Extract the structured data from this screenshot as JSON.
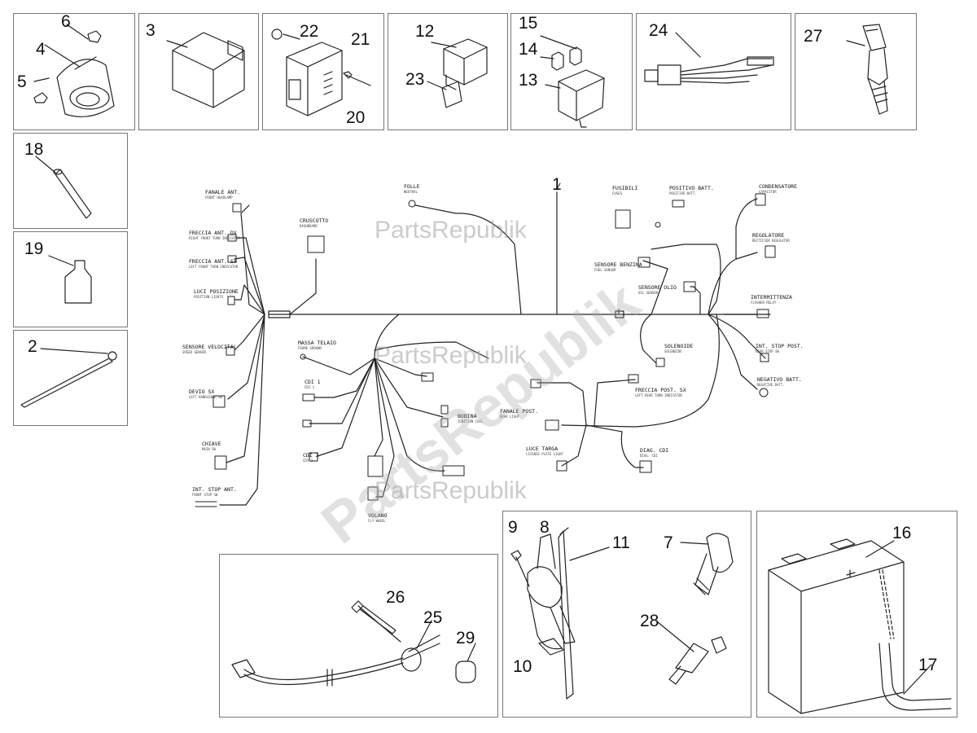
{
  "diagram": {
    "part_numbers": {
      "p1": "1",
      "p2": "2",
      "p3": "3",
      "p4": "4",
      "p5": "5",
      "p6": "6",
      "p7": "7",
      "p8": "8",
      "p9": "9",
      "p10": "10",
      "p11": "11",
      "p12": "12",
      "p13": "13",
      "p14": "14",
      "p15": "15",
      "p16": "16",
      "p17": "17",
      "p18": "18",
      "p19": "19",
      "p20": "20",
      "p21": "21",
      "p22": "22",
      "p23": "23",
      "p24": "24",
      "p25": "25",
      "p26": "26",
      "p27": "27",
      "p28": "28",
      "p29": "29"
    },
    "harness_labels": [
      {
        "main": "FANALE ANT.",
        "sub": "FRONT HEADLAMP"
      },
      {
        "main": "FRECCIA ANT. DX",
        "sub": "RIGHT FRONT TURN INDICATOR"
      },
      {
        "main": "FRECCIA ANT. SX",
        "sub": "LEFT FRONT TURN INDICATOR"
      },
      {
        "main": "LUCI POSIZIONE",
        "sub": "POSITION LIGHTS"
      },
      {
        "main": "SENSORE VELOCITA'",
        "sub": "SPEED SENSOR"
      },
      {
        "main": "DEVIO SX",
        "sub": "LEFT HANDLEBAR SW"
      },
      {
        "main": "CHIAVE",
        "sub": "MAIN SW"
      },
      {
        "main": "INT. STOP ANT.",
        "sub": "FRONT STOP SW"
      },
      {
        "main": "CRUSCOTTO",
        "sub": "DASHBOARD"
      },
      {
        "main": "FOLLE",
        "sub": "NEUTRAL"
      },
      {
        "main": "MASSA TELAIO",
        "sub": "FRAME GROUND"
      },
      {
        "main": "CDI 1",
        "sub": "CDI 1"
      },
      {
        "main": "CDI 2",
        "sub": "CDI 2"
      },
      {
        "main": "BOBINA",
        "sub": "IGNITION COIL"
      },
      {
        "main": "VOLANO",
        "sub": "FLY WHEEL"
      },
      {
        "main": "FUSIBILI",
        "sub": "FUSES"
      },
      {
        "main": "POSITIVO BATT.",
        "sub": "POSITIVE BATT."
      },
      {
        "main": "CONDENSATORE",
        "sub": "CAPACITOR"
      },
      {
        "main": "REGOLATORE",
        "sub": "RECTIFIER REGULATOR"
      },
      {
        "main": "SENSORE BENZINA",
        "sub": "FUEL SENSOR"
      },
      {
        "main": "SENSORE OLIO",
        "sub": "OIL SENSOR"
      },
      {
        "main": "INTERMITTENZA",
        "sub": "FLASHER RELAY"
      },
      {
        "main": "SOLENOIDE",
        "sub": "SOLENOIDE"
      },
      {
        "main": "INT. STOP POST.",
        "sub": "REAR STOP SW"
      },
      {
        "main": "NEGATIVO BATT.",
        "sub": "NEGATIVE BATT."
      },
      {
        "main": "FRECCIA POST. SX",
        "sub": "LEFT REAR TURN INDICATOR"
      },
      {
        "main": "FANALE POST.",
        "sub": "REAR LIGHT"
      },
      {
        "main": "LUCE TARGA",
        "sub": "LICENSE PLATE LIGHT"
      },
      {
        "main": "DIAG. CDI",
        "sub": "DIAG. CDI"
      }
    ],
    "watermark": "PartsRepublik",
    "colors": {
      "line": "#222222",
      "box_border": "#777777",
      "watermark": "#a0a0a0"
    }
  }
}
